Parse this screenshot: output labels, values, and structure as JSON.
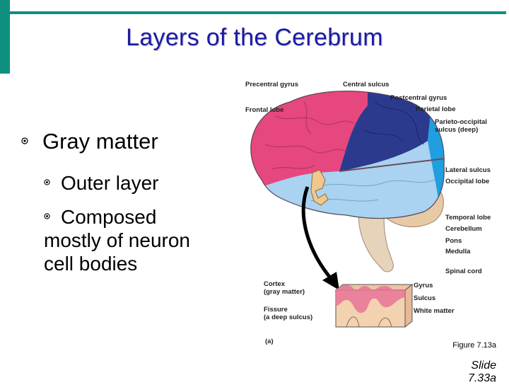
{
  "title": "Layers of the Cerebrum",
  "bullets": {
    "main": "Gray matter",
    "sub1": "Outer layer",
    "sub2_lines": [
      "Composed",
      "mostly of neuron",
      "cell bodies"
    ]
  },
  "figure": {
    "labels": {
      "precentral_gyrus": "Precentral gyrus",
      "central_sulcus": "Central sulcus",
      "postcentral_gyrus": "Postcentral gyrus",
      "frontal_lobe": "Frontal lobe",
      "parietal_lobe": "Parietal lobe",
      "parieto_occipital_1": "Parieto-occipital",
      "parieto_occipital_2": "sulcus (deep)",
      "lateral_sulcus": "Lateral sulcus",
      "occipital_lobe": "Occipital lobe",
      "temporal_lobe": "Temporal lobe",
      "cerebellum": "Cerebellum",
      "pons": "Pons",
      "medulla": "Medulla",
      "spinal_cord": "Spinal cord",
      "cortex_1": "Cortex",
      "cortex_2": "(gray matter)",
      "fissure_1": "Fissure",
      "fissure_2": "(a deep sulcus)",
      "gyrus": "Gyrus",
      "sulcus": "Sulcus",
      "white_matter": "White matter",
      "panel": "(a)"
    },
    "caption": "Figure 7.13a"
  },
  "slide": {
    "line1": "Slide",
    "line2": "7.33a"
  },
  "colors": {
    "accent": "#0f8f80",
    "title": "#1a1aa6",
    "frontal": "#e6477e",
    "parietal": "#2c3a8e",
    "occipital": "#1f9fe0",
    "temporal": "#a9d3f0",
    "cerebellum": "#e8c9a6"
  }
}
